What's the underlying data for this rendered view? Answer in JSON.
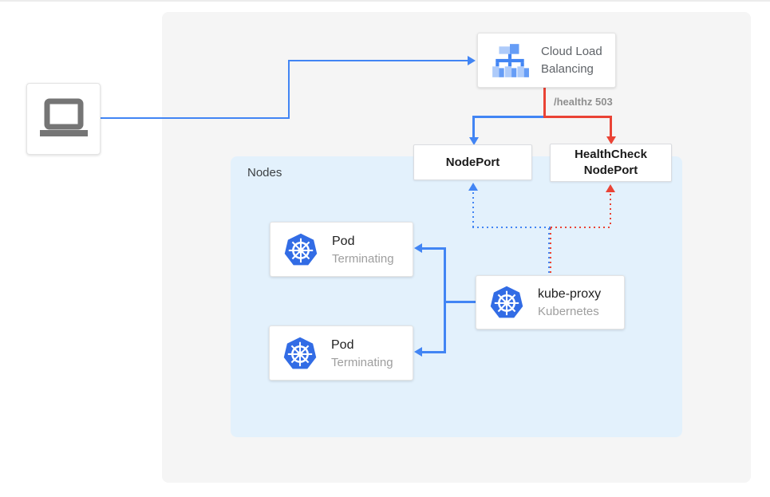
{
  "colors": {
    "line_blue": "#4285f4",
    "line_red": "#ea4335",
    "outer_panel_bg": "#f5f5f5",
    "nodes_panel_bg": "#e3f1fc",
    "kubernetes_blue": "#326ce5",
    "lb_icon_light_blue": "#aecbfa",
    "lb_icon_mid_blue": "#669df6",
    "laptop_gray": "#757575",
    "title_text": "#212121",
    "muted_text": "#9e9e9e",
    "lb_label_text": "#5f6368"
  },
  "nodes": {
    "cloud_load_balancing": {
      "line1": "Cloud Load",
      "line2": "Balancing"
    },
    "nodeport": {
      "label": "NodePort"
    },
    "healthcheck_nodeport": {
      "line1": "HealthCheck",
      "line2": "NodePort"
    },
    "nodes_group": {
      "label": "Nodes"
    },
    "pod_top": {
      "title": "Pod",
      "subtitle": "Terminating"
    },
    "pod_bottom": {
      "title": "Pod",
      "subtitle": "Terminating"
    },
    "kube_proxy": {
      "title": "kube-proxy",
      "subtitle": "Kubernetes"
    }
  },
  "edges": {
    "healthz_label": "/healthz 503"
  }
}
